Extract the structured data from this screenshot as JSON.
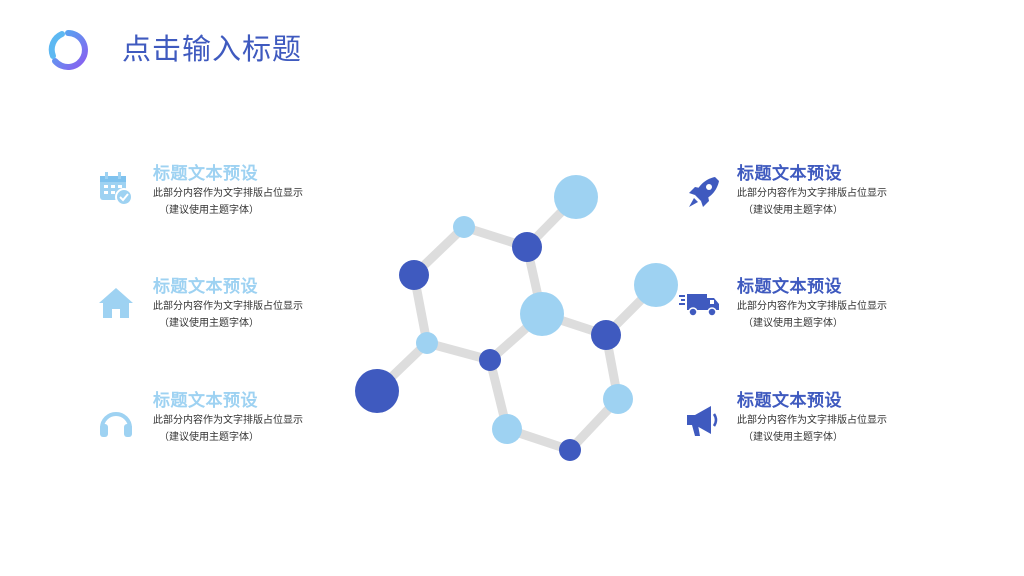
{
  "page": {
    "title": "点击输入标题"
  },
  "colors": {
    "dark": "#3F5ABF",
    "light": "#9ED2F2",
    "bond": "#DDDDDD"
  },
  "items_left": [
    {
      "icon": "calendar-check-icon",
      "title": "标题文本预设",
      "desc": "此部分内容作为文字排版占位显示",
      "note": "（建议使用主题字体）"
    },
    {
      "icon": "home-icon",
      "title": "标题文本预设",
      "desc": "此部分内容作为文字排版占位显示",
      "note": "（建议使用主题字体）"
    },
    {
      "icon": "headphones-icon",
      "title": "标题文本预设",
      "desc": "此部分内容作为文字排版占位显示",
      "note": "（建议使用主题字体）"
    }
  ],
  "items_right": [
    {
      "icon": "rocket-icon",
      "title": "标题文本预设",
      "desc": "此部分内容作为文字排版占位显示",
      "note": "（建议使用主题字体）"
    },
    {
      "icon": "delivery-truck-icon",
      "title": "标题文本预设",
      "desc": "此部分内容作为文字排版占位显示",
      "note": "（建议使用主题字体）"
    },
    {
      "icon": "megaphone-icon",
      "title": "标题文本预设",
      "desc": "此部分内容作为文字排版占位显示",
      "note": "（建议使用主题字体）"
    }
  ]
}
